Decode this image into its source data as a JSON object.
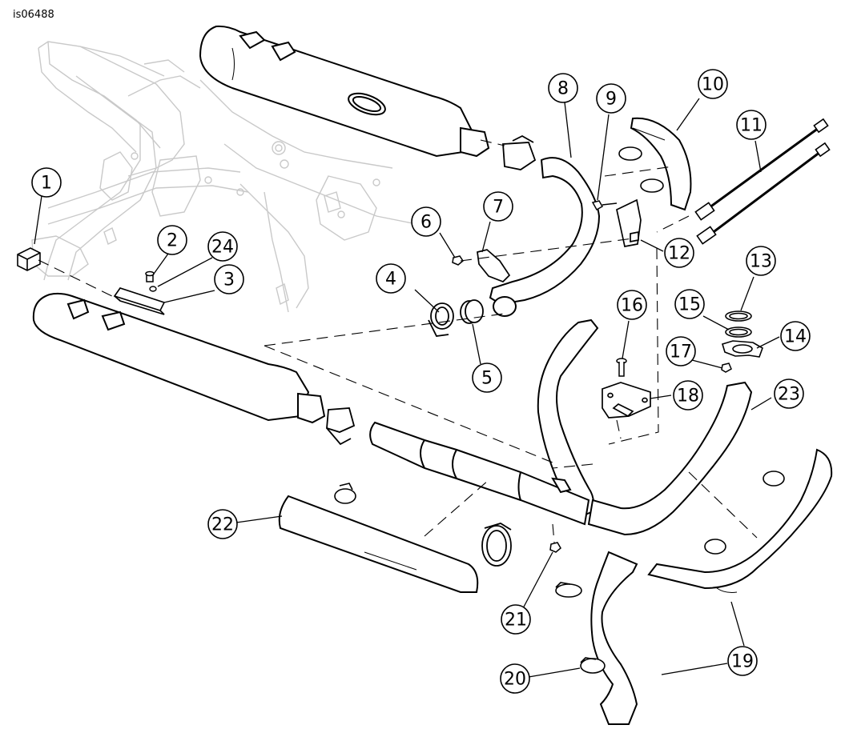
{
  "figure_id": "is06488",
  "callouts": [
    {
      "n": "1"
    },
    {
      "n": "2"
    },
    {
      "n": "24"
    },
    {
      "n": "3"
    },
    {
      "n": "4"
    },
    {
      "n": "5"
    },
    {
      "n": "6"
    },
    {
      "n": "7"
    },
    {
      "n": "8"
    },
    {
      "n": "9"
    },
    {
      "n": "10"
    },
    {
      "n": "11"
    },
    {
      "n": "12"
    },
    {
      "n": "13"
    },
    {
      "n": "15"
    },
    {
      "n": "14"
    },
    {
      "n": "17"
    },
    {
      "n": "16"
    },
    {
      "n": "18"
    },
    {
      "n": "23"
    },
    {
      "n": "22"
    },
    {
      "n": "21"
    },
    {
      "n": "20"
    },
    {
      "n": "19"
    }
  ]
}
